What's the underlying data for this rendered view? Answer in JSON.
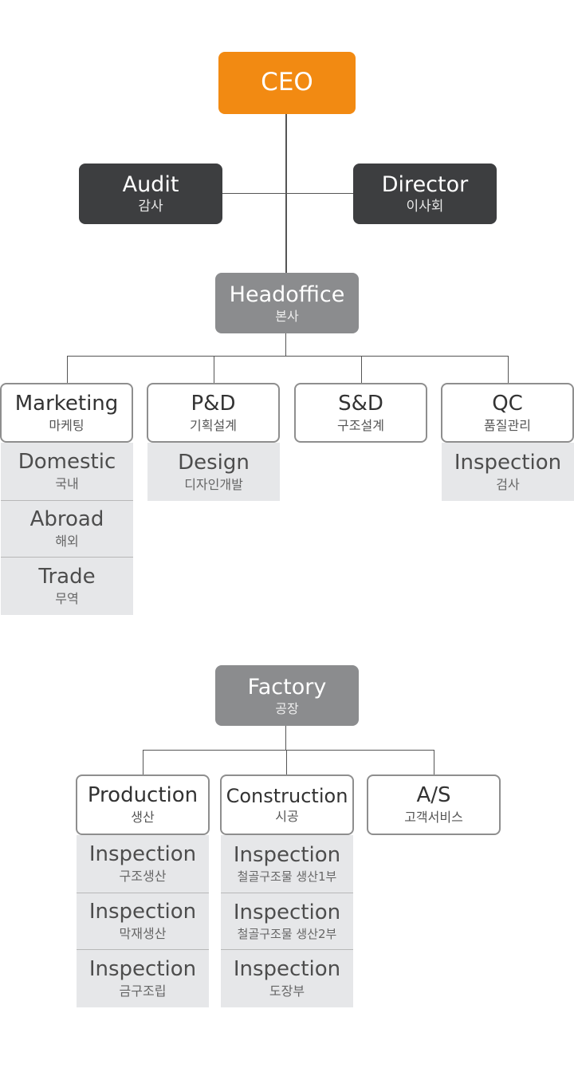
{
  "ceo": {
    "en": "CEO"
  },
  "audit": {
    "en": "Audit",
    "ko": "감사"
  },
  "director": {
    "en": "Director",
    "ko": "이사회"
  },
  "headoffice": {
    "en": "Headoffice",
    "ko": "본사",
    "departments": [
      {
        "en": "Marketing",
        "ko": "마케팅",
        "subs": [
          {
            "en": "Domestic",
            "ko": "국내"
          },
          {
            "en": "Abroad",
            "ko": "해외"
          },
          {
            "en": "Trade",
            "ko": "무역"
          }
        ]
      },
      {
        "en": "P&D",
        "ko": "기획설계",
        "subs": [
          {
            "en": "Design",
            "ko": "디자인개발"
          }
        ]
      },
      {
        "en": "S&D",
        "ko": "구조설계",
        "subs": []
      },
      {
        "en": "QC",
        "ko": "품질관리",
        "subs": [
          {
            "en": "Inspection",
            "ko": "검사"
          }
        ]
      }
    ]
  },
  "factory": {
    "en": "Factory",
    "ko": "공장",
    "departments": [
      {
        "en": "Production",
        "ko": "생산",
        "subs": [
          {
            "en": "Inspection",
            "ko": "구조생산"
          },
          {
            "en": "Inspection",
            "ko": "막재생산"
          },
          {
            "en": "Inspection",
            "ko": "금구조립"
          }
        ]
      },
      {
        "en": "Construction",
        "ko": "시공",
        "subs": [
          {
            "en": "Inspection",
            "ko": "철골구조물 생산1부"
          },
          {
            "en": "Inspection",
            "ko": "철골구조물 생산2부"
          },
          {
            "en": "Inspection",
            "ko": "도장부"
          }
        ]
      },
      {
        "en": "A/S",
        "ko": "고객서비스",
        "subs": []
      }
    ]
  },
  "colors": {
    "ceo": "#f28a12",
    "executive": "#3d3e40",
    "office": "#8b8c8e",
    "sub_bg": "#e6e7e9"
  }
}
